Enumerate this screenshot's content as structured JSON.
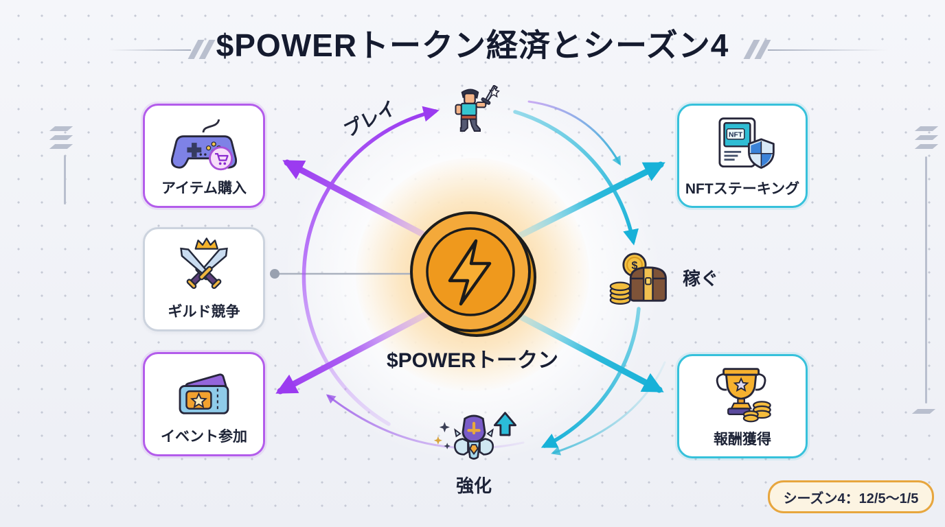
{
  "title": "$POWERトークン経済とシーズン4",
  "center_token": {
    "label": "$POWERトークン",
    "icon": "lightning-coin-icon"
  },
  "spend_nodes": [
    {
      "label": "アイテム購入",
      "icon": "gamepad-shopping-cart-icon"
    },
    {
      "label": "ギルド競争",
      "icon": "crossed-swords-crown-icon"
    },
    {
      "label": "イベント参加",
      "icon": "event-ticket-icon"
    }
  ],
  "earn_nodes": [
    {
      "label": "NFTステーキング",
      "icon": "nft-card-shield-icon"
    },
    {
      "label": "報酬獲得",
      "icon": "trophy-coins-icon"
    }
  ],
  "cycle": [
    {
      "label": "プレイ",
      "icon": "warrior-sword-icon"
    },
    {
      "label": "稼ぐ",
      "icon": "treasure-chest-coins-icon"
    },
    {
      "label": "強化",
      "icon": "knight-upgrade-icon"
    }
  ],
  "season_badge": "シーズン4：12/5〜1/5",
  "icon_text": {
    "nft_card": "NFT",
    "coin_symbol": "$"
  },
  "colors": {
    "spend_accent": "#a855f7",
    "earn_accent": "#22b8d8",
    "token_gold": "#f2a93b",
    "neutral_node_border": "#ccd3de",
    "badge_border": "#e7a63e",
    "badge_bg": "#fcf4e2",
    "title_text": "#151b2f"
  }
}
